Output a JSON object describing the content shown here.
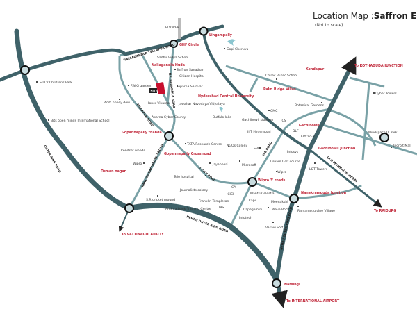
{
  "title": {
    "prefix": "Location Map :",
    "name": "Saffron Elite",
    "note": "(Not to scale)"
  },
  "colors": {
    "road": "#3f6269",
    "minor_road": "#79a1a6",
    "highlight": "#c0283a",
    "site": "#c8102e"
  },
  "places": {
    "ghf_circle": "GHF Circle",
    "nallagandla_huda": "Nallagandla Huda",
    "lingampally": "Lingampally",
    "kondapur": "Kondapur",
    "to_kothaguda": "To KOTHAGUDA JUNCTION",
    "palm_ridge": "Palm Ridge Villas",
    "hcu": "Hyderabad Central University",
    "gachibowli": "Gachibowli",
    "gachibowli_junction": "Gachibowli Junction",
    "gopannapally_thanda": "Gopannapally thanda",
    "gopannapally_cross": "Gopannapally Cross road",
    "osman_nagar": "Osman nagar",
    "wipro_3_roads": "Wipro 3' roads",
    "nanakramguda": "Nanakramguda Junction",
    "to_vattinagulapally": "To VATTINAGULAPALLY",
    "to_raidurg": "To RAIDURG",
    "narsingi": "Narsingi",
    "to_airport": "To INTERNATIONAL AIRPORT"
  },
  "landmarks": {
    "flyover1": "FLYOVER",
    "sadhu": "Sadhu Vidya School",
    "saffron_sanathan": "Saffron Sanathan",
    "citizen": "Citizen Hospital",
    "aparna_sarovar": "Aparna Sarovar",
    "fng": "F.N.G garden",
    "site": "SITE",
    "aditi": "Aditi honey dew",
    "honer": "Honer Vivanta",
    "jawahar": "Jawahar Navodaya Vidyalaya",
    "aparna_cyber": "Aparna Cyber County",
    "sdv": "S.D.V Childrens Park",
    "bits": "Bits open minds International School",
    "trendset": "Trendset woods",
    "tata": "TATA Research Centre",
    "ngos": "NGOs Colony",
    "jayabheri": "Jayabheri",
    "tejo": "Tejo hospital",
    "journalists": "Journalists colony",
    "sr_cricket": "S.R cricket ground",
    "wipro1": "Wipro",
    "franklin": "Franklin Templeton",
    "andhra": "Andhra bank Training Centre",
    "ubs": "UBS",
    "icici": "ICICI",
    "ca": "CA",
    "mantri": "Mantri Celestia",
    "kapil": "Kapil",
    "capegemini": "Capegemini",
    "infotech": "Infotech",
    "vasavi": "Vasavi Soft",
    "meenakshi": "Meenakshi",
    "wave_rock": "Wave Rock",
    "ramanaidu": "Ramanaidu cine Village",
    "lt": "L&T Towers",
    "wipro2": "Wipro",
    "golf": "Dream Golf course",
    "microsoft": "Microsoft",
    "sbi": "SBI",
    "infosys": "Infosys",
    "dlf": "DLF",
    "tcs": "TCS",
    "iiit": "IIIT Hyderabad",
    "stadium": "Gachibowli stadium",
    "cmc": "CMC",
    "buffalo": "Buffalo lake",
    "botanical": "Botanical Gardens",
    "chirec": "Chirec Public School",
    "cyber_towers": "Cyber Towers",
    "mindspace": "Mindspace IT Park",
    "inorbit": "Inorbit Mall",
    "gopi": "Gopi Cheruvu",
    "flyover2": "FLYOVER"
  },
  "roads": {
    "nallagandla_tellapur": "NALLAGANDLA TELLAPUR ROAD",
    "nallagandla": "NALLAGANDLA ROAD",
    "tellapur": "TELLAPUR ROAD",
    "orr": "OUTER RING ROAD",
    "kancha": "KANCHA GACHIBOWLI ROAD",
    "gcity": "G CITY ROAD",
    "isb": "ISB ROAD",
    "nehru1": "NEHRU OUTER RING ROAD",
    "nehru2": "NEHRU OUTER RING ROAD",
    "mumbai": "OLD MUMBAI HIGHWAY"
  }
}
